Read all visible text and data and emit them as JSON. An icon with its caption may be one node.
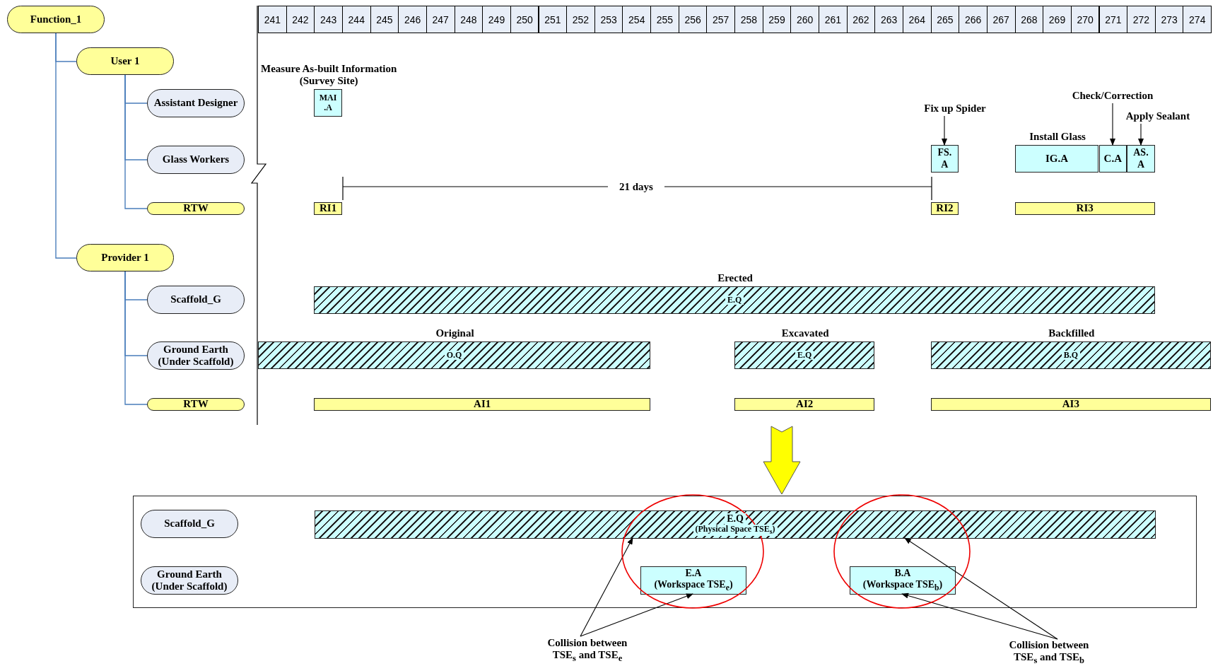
{
  "diagram": {
    "nodes": [
      {
        "text": [
          "Function_1"
        ]
      },
      {
        "text": [
          "User 1"
        ]
      },
      {
        "text": [
          "Assistant Designer"
        ]
      },
      {
        "text": [
          "Glass Workers"
        ]
      },
      {
        "text": [
          "RTW"
        ]
      },
      {
        "text": [
          "Provider 1"
        ]
      },
      {
        "text": [
          "Scaffold_G"
        ]
      },
      {
        "text": [
          "Ground Earth (Under Scaffold)"
        ]
      },
      {
        "text": [
          "RTW"
        ]
      },
      {
        "text": [
          "Measure As-built Information (Survey Site)",
          "MAI .A"
        ]
      },
      {
        "text": [
          "Fix up Spider"
        ]
      },
      {
        "text": [
          "Check/Correction"
        ]
      },
      {
        "text": [
          "Apply Sealant"
        ]
      },
      {
        "text": [
          "FS. A"
        ]
      },
      {
        "text": [
          "Install Glass",
          "IG.A"
        ]
      },
      {
        "text": [
          "C.A"
        ]
      },
      {
        "text": [
          "AS. A"
        ]
      },
      {
        "text": [
          "RI1"
        ]
      },
      {
        "text": [
          "RI2"
        ]
      },
      {
        "text": [
          "RI3"
        ]
      },
      {
        "text": [
          "Erected",
          "E.Q"
        ]
      },
      {
        "text": [
          "Original",
          "O.Q"
        ]
      },
      {
        "text": [
          "Excavated",
          "E.Q"
        ]
      },
      {
        "text": [
          "Backfilled",
          "B.Q"
        ]
      },
      {
        "text": [
          "AI1"
        ]
      },
      {
        "text": [
          "AI2"
        ]
      },
      {
        "text": [
          "AI3"
        ]
      },
      {
        "text": [],
        "shape": "box"
      },
      {
        "text": [
          "Scaffold_G"
        ],
        "in": 27
      },
      {
        "text": [
          "E.Q",
          "(Physical Space TSE$_{s}$)"
        ],
        "in": 27
      },
      {
        "text": [
          "Ground Earth (Under Scaffold)"
        ],
        "in": 27
      },
      {
        "text": [
          "E.A",
          "(Workspace TSE$_{e}$)"
        ],
        "in": 27
      },
      {
        "text": [
          "B.A",
          "(Workspace TSE$_{b}$)"
        ],
        "in": 27
      },
      {
        "text": [
          "Collision between TSE$_{s}$ and TSE$_{e}$"
        ]
      },
      {
        "text": [
          "Collision between TSE$_{s}$ and TSE$_{b}$"
        ]
      }
    ],
    "edges": [
      {
        "from": 0,
        "to": 1,
        "arrow": "none",
        "color": "#4a7ebb"
      },
      {
        "from": 0,
        "to": 5,
        "arrow": "none",
        "color": "#4a7ebb"
      },
      {
        "from": 1,
        "to": 2,
        "arrow": "none",
        "color": "#4a7ebb"
      },
      {
        "from": 1,
        "to": 3,
        "arrow": "none",
        "color": "#4a7ebb"
      },
      {
        "from": 1,
        "to": 4,
        "arrow": "none",
        "color": "#4a7ebb"
      },
      {
        "from": 5,
        "to": 6,
        "arrow": "none",
        "color": "#4a7ebb"
      },
      {
        "from": 5,
        "to": 7,
        "arrow": "none",
        "color": "#4a7ebb"
      },
      {
        "from": 5,
        "to": 8,
        "arrow": "none",
        "color": "#4a7ebb"
      },
      {
        "from": 10,
        "to": 13,
        "arrow": "to",
        "color": "#000000"
      },
      {
        "from": 11,
        "to": 15,
        "arrow": "to",
        "color": "#000000"
      },
      {
        "from": 12,
        "to": 16,
        "arrow": "to",
        "color": "#000000"
      },
      {
        "from": null,
        "to": 27,
        "arrow": "to",
        "style": "thick",
        "color": "#ffff00"
      },
      {
        "from": 33,
        "to": 29,
        "arrow": "to",
        "color": "#000000"
      },
      {
        "from": 33,
        "to": 31,
        "arrow": "to",
        "color": "#000000"
      },
      {
        "from": 34,
        "to": 29,
        "arrow": "to",
        "color": "#000000"
      },
      {
        "from": 34,
        "to": 32,
        "arrow": "to",
        "color": "#000000"
      }
    ],
    "labels": [
      "241",
      "242",
      "243",
      "244",
      "245",
      "246",
      "247",
      "248",
      "249",
      "250",
      "251",
      "252",
      "253",
      "254",
      "255",
      "256",
      "257",
      "258",
      "259",
      "260",
      "261",
      "262",
      "263",
      "264",
      "265",
      "266",
      "267",
      "268",
      "269",
      "270",
      "271",
      "272",
      "273",
      "274",
      "21 days"
    ]
  }
}
